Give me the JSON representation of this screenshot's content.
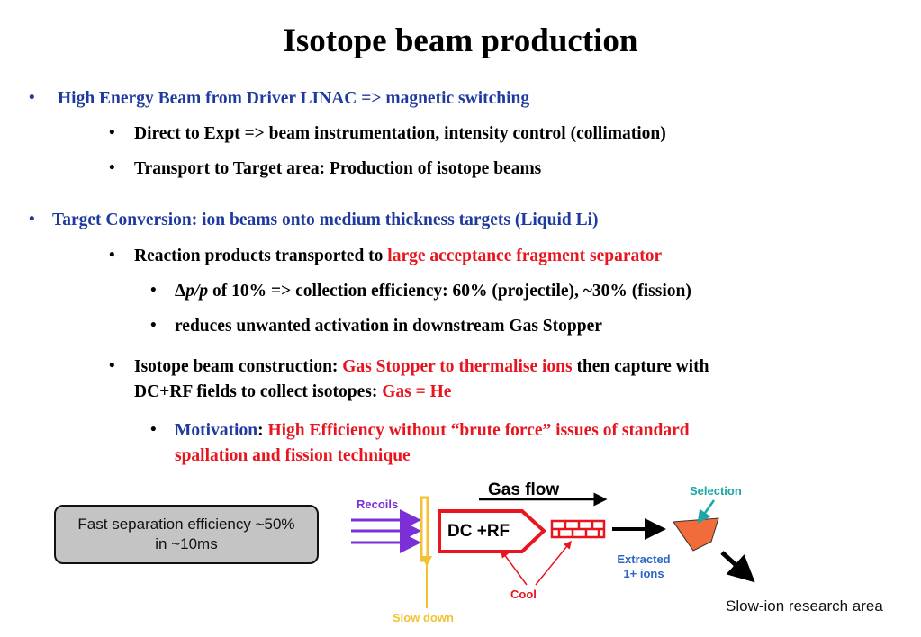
{
  "title": "Isotope beam production",
  "bullets": {
    "b1": "High Energy Beam from Driver LINAC => magnetic switching",
    "b1_1": "Direct to Expt => beam instrumentation, intensity control (collimation)",
    "b1_2": "Transport to Target area: Production of isotope beams",
    "b2": "Target Conversion: ion beams onto medium thickness targets (Liquid Li)",
    "b2_1_prefix": "Reaction products transported to ",
    "b2_1_highlight": "large acceptance fragment separator",
    "b2_1_1_delta": "Δ",
    "b2_1_1_pp": "p/p",
    "b2_1_1_rest": " of 10% => collection efficiency: 60% (projectile), ~30% (fission)",
    "b2_1_2": "reduces unwanted activation in downstream Gas Stopper",
    "b2_2_a": "Isotope beam construction: ",
    "b2_2_b": "Gas Stopper to thermalise ions",
    "b2_2_c": " then capture with",
    "b2_2_d": "DC+RF fields to collect isotopes:  ",
    "b2_2_e": "Gas = He",
    "b2_2_1_label": "Motivation",
    "b2_2_1_colon": ": ",
    "b2_2_1_text1": "High Efficiency without “brute force” issues  of standard",
    "b2_2_1_text2": "spallation and fission technique",
    "bullet_char": "•"
  },
  "callout": {
    "line1": "Fast separation efficiency ~50%",
    "line2": "in ~10ms"
  },
  "diagram": {
    "gas_flow": "Gas flow",
    "recoils": "Recoils",
    "dc_rf": "DC +RF",
    "selection": "Selection",
    "extracted_1": "Extracted",
    "extracted_2": "1+ ions",
    "cool": "Cool",
    "slow_down": "Slow down",
    "research_area": "Slow-ion research area"
  },
  "colors": {
    "blue": "#1f3a9e",
    "red": "#e8141e",
    "purple": "#7b2fd6",
    "orange_fill": "#f26b3a",
    "yellow": "#f3c232",
    "teal": "#1ea6a6",
    "diagram_blue": "#2b66c7"
  }
}
